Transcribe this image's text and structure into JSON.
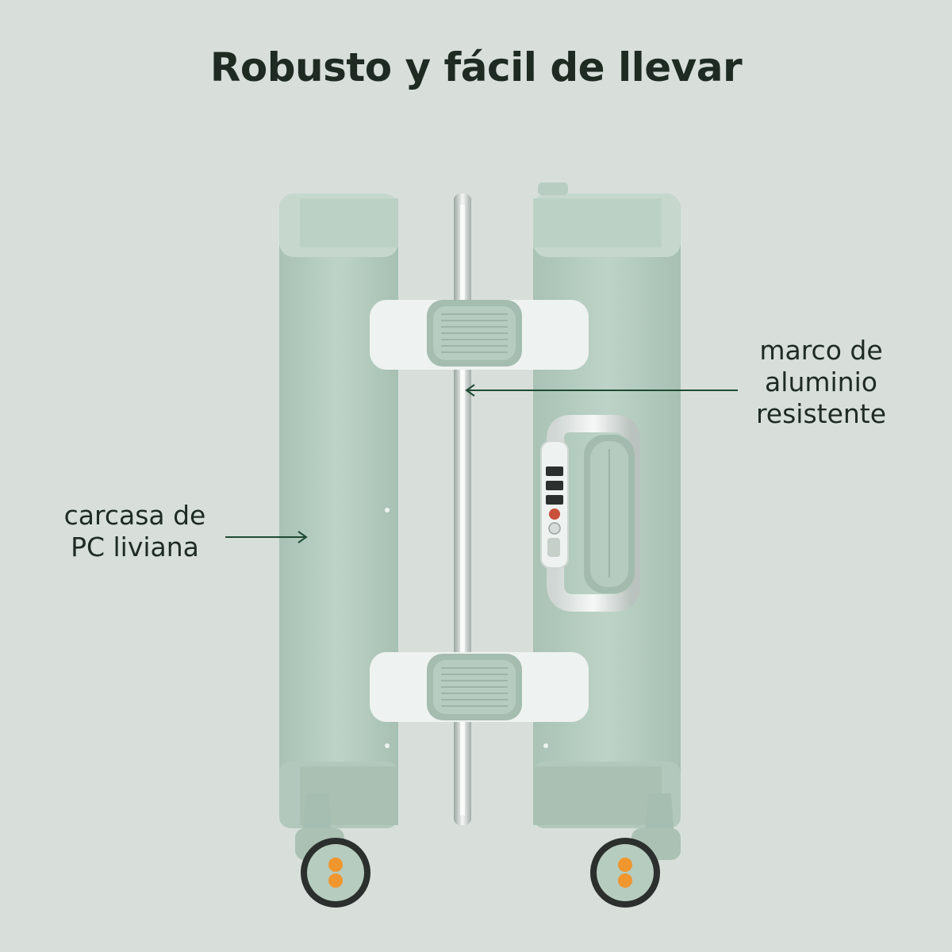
{
  "title": "Robusto y fácil de llevar",
  "callouts": {
    "shell": {
      "line1": "carcasa de",
      "line2": "PC liviana"
    },
    "frame": {
      "line1": "marco de",
      "line2": "aluminio",
      "line3": "resistente"
    }
  },
  "colors": {
    "background": "#d8dfdb",
    "shell": "#b4cbbf",
    "accent_line": "#1f4a33",
    "wheel_hub": "#f0962e"
  }
}
